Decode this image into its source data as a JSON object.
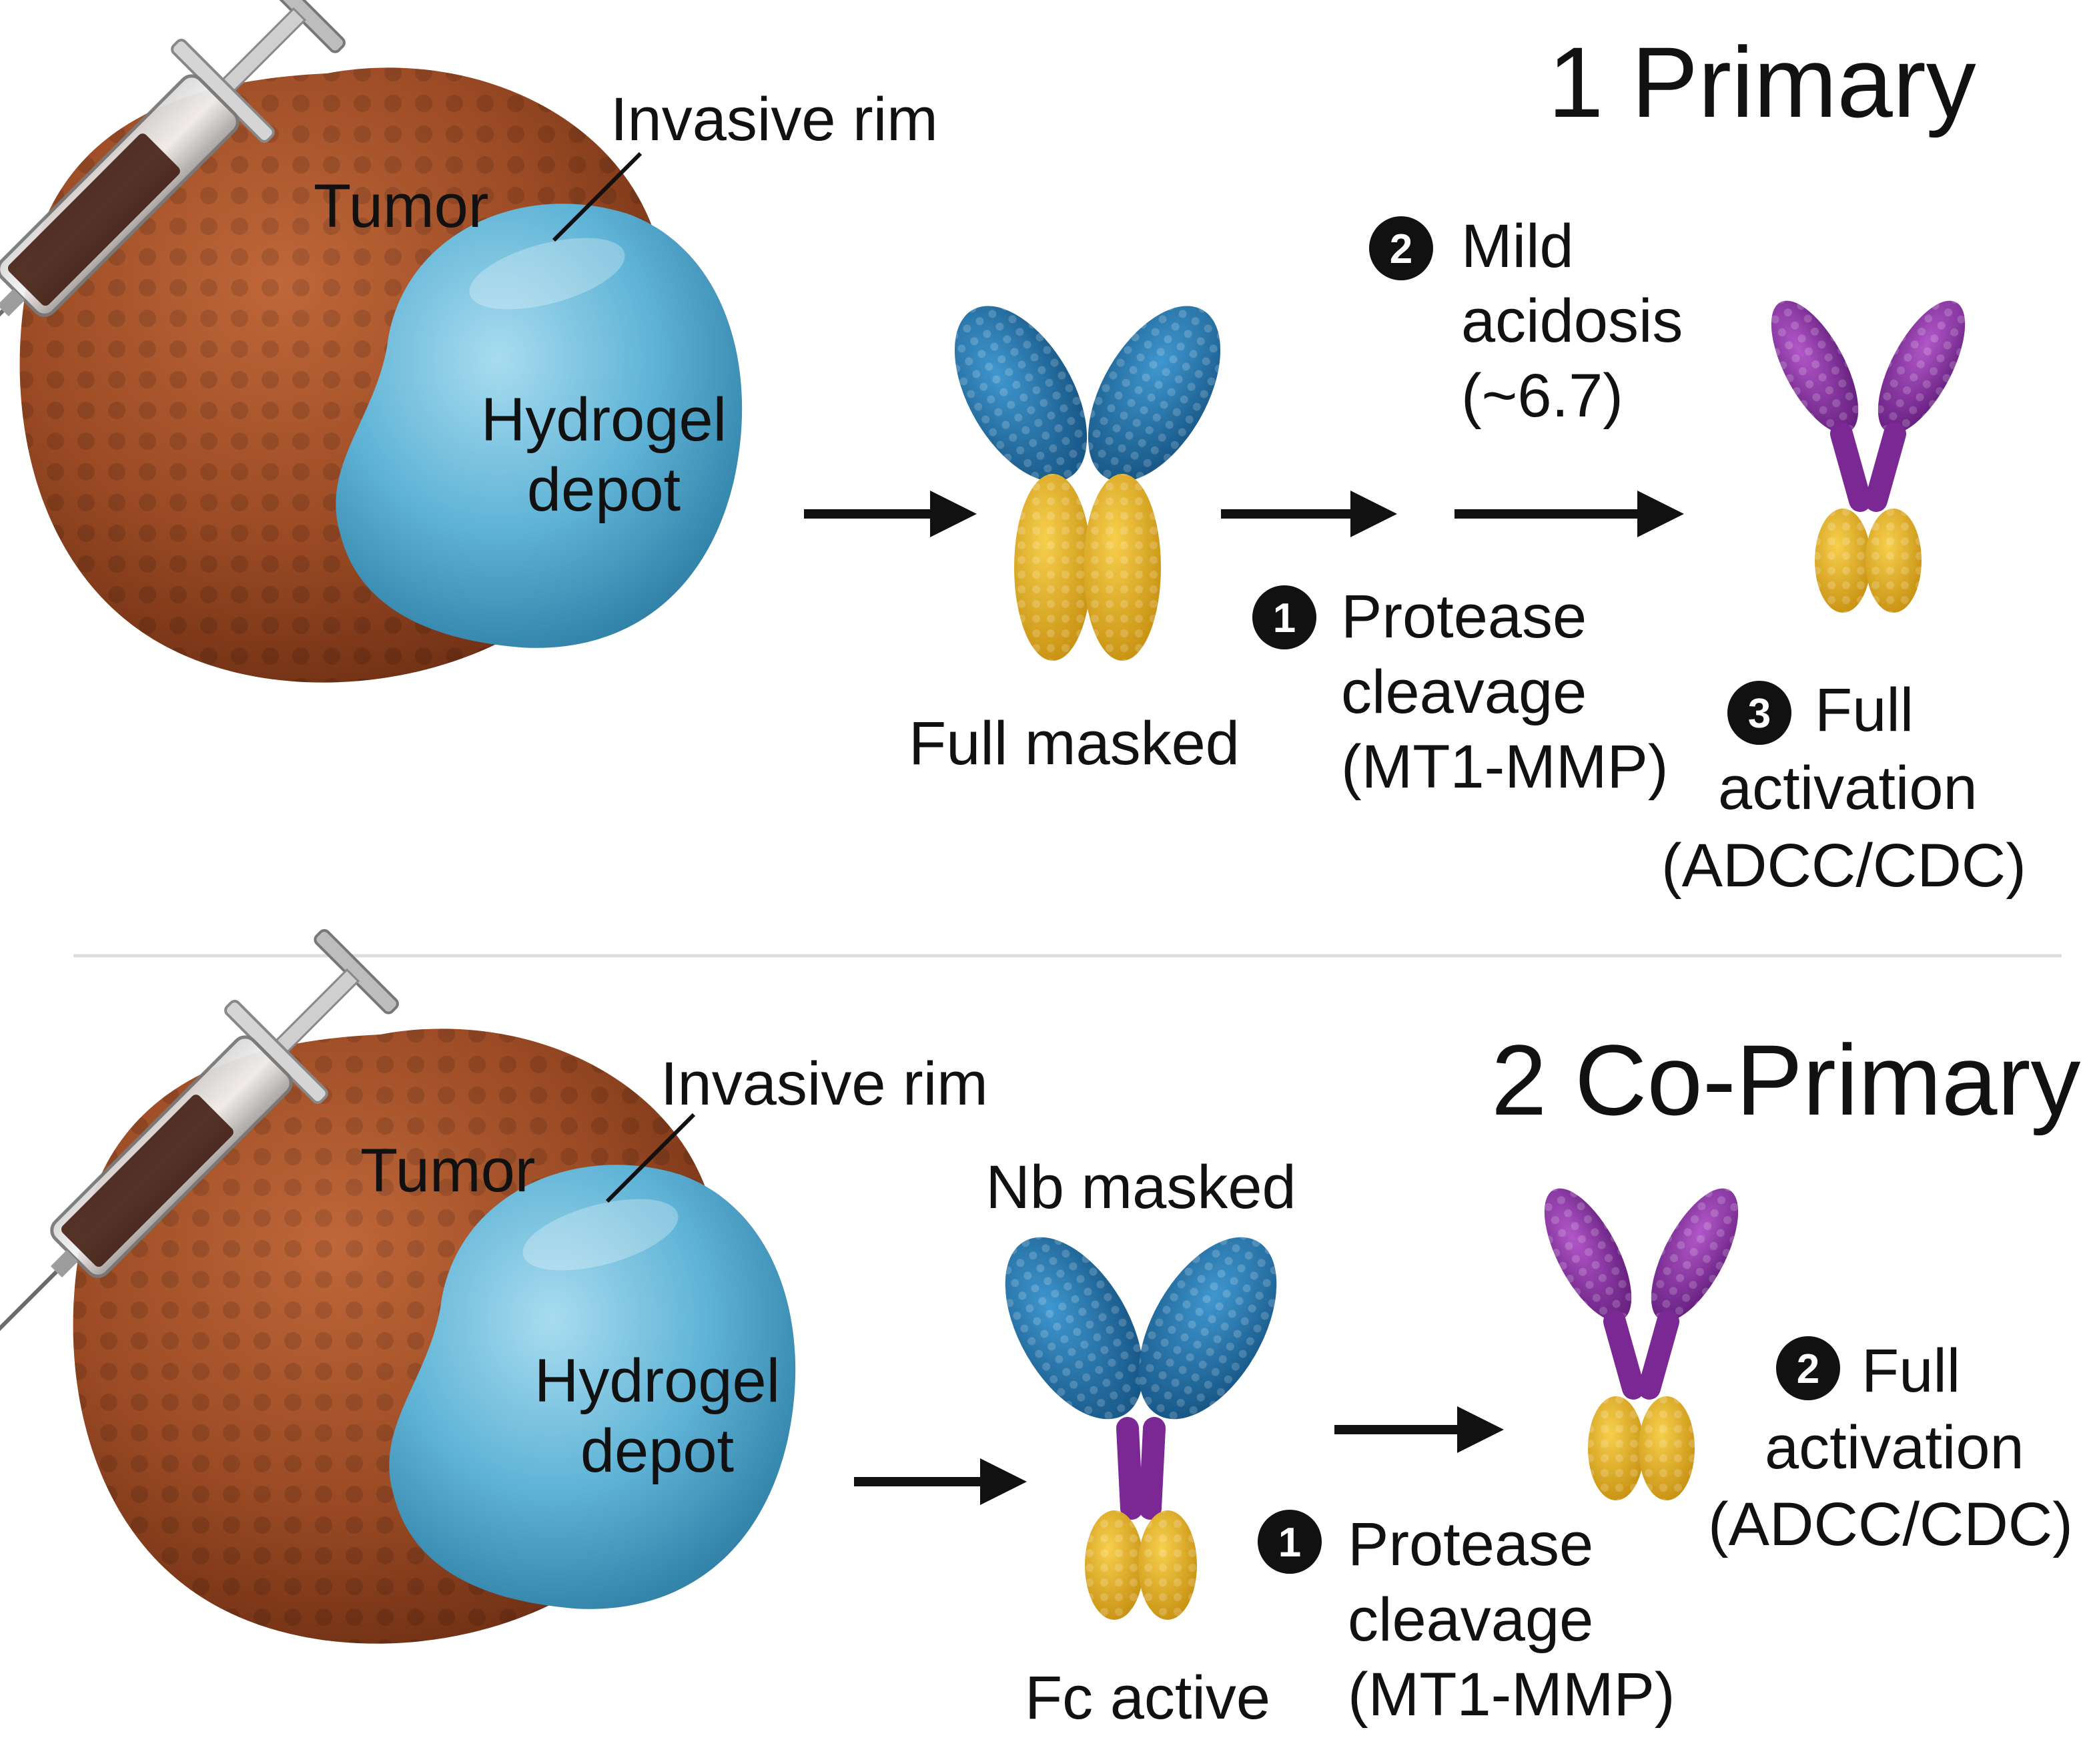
{
  "colors": {
    "tumor": "#9a4a24",
    "tumor_dark": "#6e2f14",
    "hydrogel": "#4fa7cc",
    "hydrogel_light": "#8fd0ea",
    "fab_blue": "#1f6fa8",
    "fc_gold": "#e7b21f",
    "purple": "#8a2ea3",
    "badge": "#111111"
  },
  "icons": [
    "syringe-icon",
    "tumor-icon",
    "hydrogel-icon",
    "antibody-icon",
    "arrow-icon",
    "step-badge-icon"
  ],
  "primary": {
    "header": "1 Primary",
    "invasive_rim": "Invasive rim",
    "tumor": "Tumor",
    "hydrogel_line1": "Hydrogel",
    "hydrogel_line2": "depot",
    "antibody_label": "Full masked",
    "step2": {
      "num": "2",
      "line1": "Mild",
      "line2": "acidosis",
      "line3": "(~6.7)"
    },
    "step1": {
      "num": "1",
      "line1": "Protease",
      "line2": "cleavage",
      "line3": "(MT1-MMP)"
    },
    "step3": {
      "num": "3",
      "line1": "Full",
      "line2": "activation",
      "line3": "(ADCC/CDC)"
    }
  },
  "coprimary": {
    "header": "2 Co-Primary",
    "invasive_rim": "Invasive rim",
    "tumor": "Tumor",
    "hydrogel_line1": "Hydrogel",
    "hydrogel_line2": "depot",
    "antibody_top_label": "Nb masked",
    "antibody_bottom_label": "Fc active",
    "step1": {
      "num": "1",
      "line1": "Protease",
      "line2": "cleavage",
      "line3": "(MT1-MMP)"
    },
    "step2": {
      "num": "2",
      "line1": "Full",
      "line2": "activation",
      "line3": "(ADCC/CDC)"
    }
  }
}
